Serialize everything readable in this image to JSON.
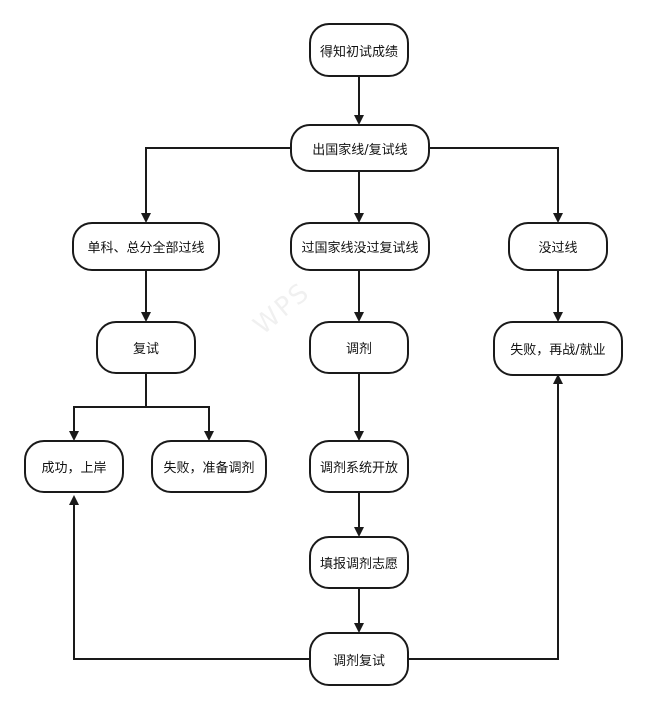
{
  "diagram": {
    "nodes": {
      "start": "得知初试成绩",
      "line_check": "出国家线/复试线",
      "all_pass": "单科、总分全部过线",
      "pass_national_not_retest": "过国家线没过复试线",
      "no_pass": "没过线",
      "retest": "复试",
      "adjust": "调剂",
      "fail_again": "失败，再战/就业",
      "success": "成功，上岸",
      "fail_prepare_adjust": "失败，准备调剂",
      "adjust_system_open": "调剂系统开放",
      "fill_adjust_wish": "填报调剂志愿",
      "adjust_retest": "调剂复试"
    },
    "watermark": "WPS"
  },
  "colors": {
    "stroke": "#1a1a1a",
    "fill": "#ffffff",
    "text": "#111111"
  }
}
